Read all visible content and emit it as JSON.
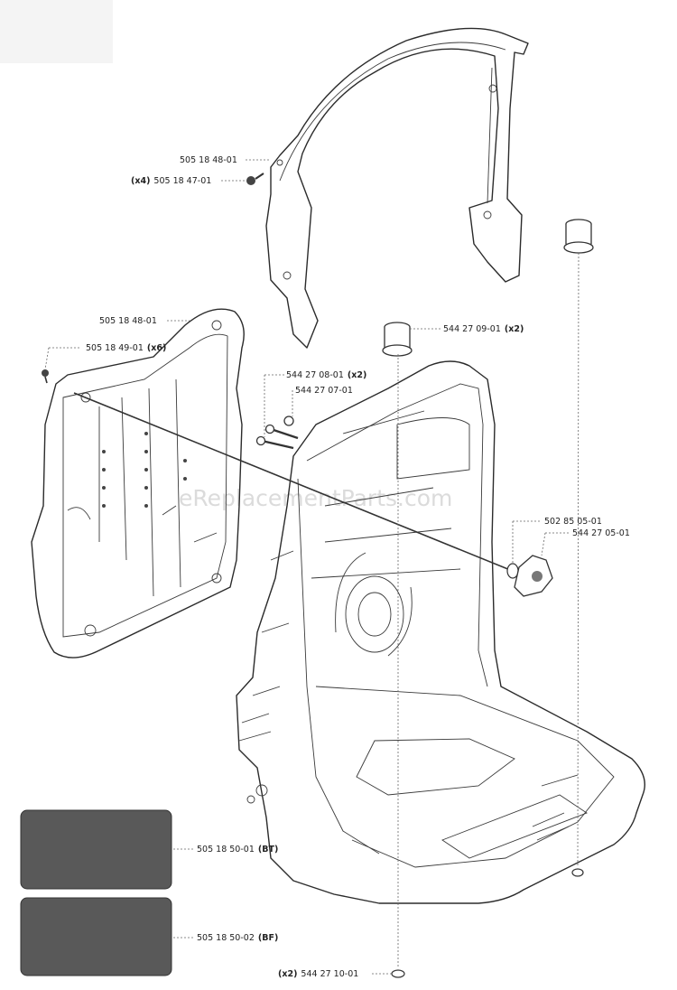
{
  "diagram": {
    "watermark": "eReplacementParts.com",
    "callouts": [
      {
        "id": "bracket-top",
        "text": "505 18 48-01"
      },
      {
        "id": "screw-top",
        "prefix": "(x4)",
        "text": "505 18 47-01"
      },
      {
        "id": "back-plate",
        "text": "505 18 48-01"
      },
      {
        "id": "plate-screw",
        "text": "505 18 49-01",
        "suffix": "(x6)"
      },
      {
        "id": "bumper-mid",
        "text": "544 27 09-01",
        "suffix": "(x2)"
      },
      {
        "id": "bolt-a",
        "text": "544 27 08-01",
        "suffix": "(x2)"
      },
      {
        "id": "bolt-b",
        "text": "544 27 07-01"
      },
      {
        "id": "washer",
        "text": "502 85 05-01"
      },
      {
        "id": "knob",
        "text": "544 27 05-01"
      },
      {
        "id": "pad-bt",
        "text": "505 18 50-01",
        "suffix": "(BT)"
      },
      {
        "id": "pad-bf",
        "text": "505 18 50-02",
        "suffix": "(BF)"
      },
      {
        "id": "foot",
        "prefix": "(x2)",
        "text": "544 27 10-01"
      }
    ]
  }
}
